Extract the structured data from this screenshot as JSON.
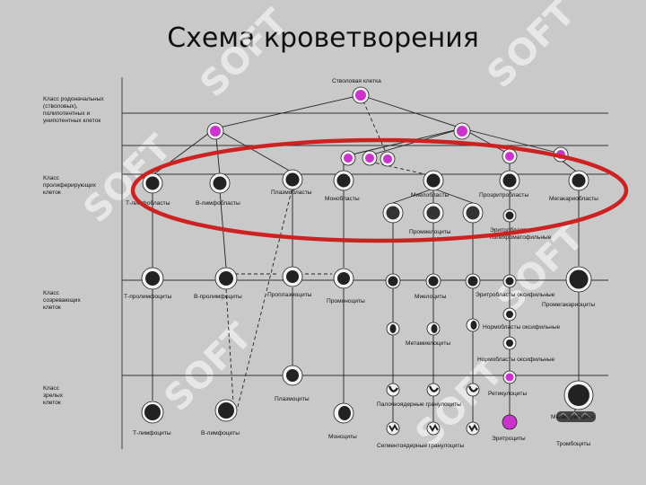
{
  "title": "Схема кроветворения",
  "watermark": "SOFT",
  "colors": {
    "background": "#c9c9c9",
    "stem": "#cc33cc",
    "oval": "#cc2222",
    "nucleus": "#222222"
  },
  "classes": {
    "stem": [
      "Класс родоначальных",
      "(стволовых),",
      "полипотентных и",
      "унипотентных клеток"
    ],
    "proliferating": [
      "Класс",
      "пролиферирующих",
      "клеток"
    ],
    "maturing": [
      "Класс",
      "созревающих",
      "клеток"
    ],
    "mature": [
      "Класс",
      "зрелых",
      "клеток"
    ]
  },
  "labels": {
    "stem_cell": "Стволовая клетка",
    "t_lymphoblasts": "Т-лимфобласты",
    "b_lymphoblasts": "В-лимфобласты",
    "plasmoblasts": "Плазмобласты",
    "monoblasts": "Монобласты",
    "myeloblasts": "Миелобласты",
    "erythroblasts_pro": "Проэритробласты",
    "megakaryoblasts": "Мегакариобласты",
    "promyelocytes": "Промиелоциты",
    "erythroblasts_basophilic_1": "Эритробласты",
    "erythroblasts_basophilic_2": "полихроматофильные",
    "t_prolymphocytes": "Т-пролимфоциты",
    "b_prolymphocytes": "В-пролимфоциты",
    "proplasmocytes": "Проплазмоциты",
    "promonocytes": "Промоноциты",
    "myelocytes": "Миелоциты",
    "erythroblasts_oxyphilic": "Эритробласты оксифильные",
    "promegakaryocytes": "Промегакариоциты",
    "normoblasts_oxyphilic_1": "Нормобласты оксифильные",
    "metamyelocytes": "Метамиелоциты",
    "normoblasts_oxyphilic_2": "Нормобласты оксифильные",
    "plasmocytes": "Плазмоциты",
    "reticulocytes": "Ретикулоциты",
    "band_granulocytes": "Палочкоядерные гранулоциты",
    "megakaryocytes": "Мегакариоциты",
    "t_lymphocytes": "Т-лимфоциты",
    "b_lymphocytes": "В-лимфоциты",
    "monocytes": "Моноциты",
    "segmented_granulocytes": "Сегментоядерные гранулоциты",
    "erythrocytes": "Эритроциты",
    "thrombocytes": "Тромбоциты"
  }
}
